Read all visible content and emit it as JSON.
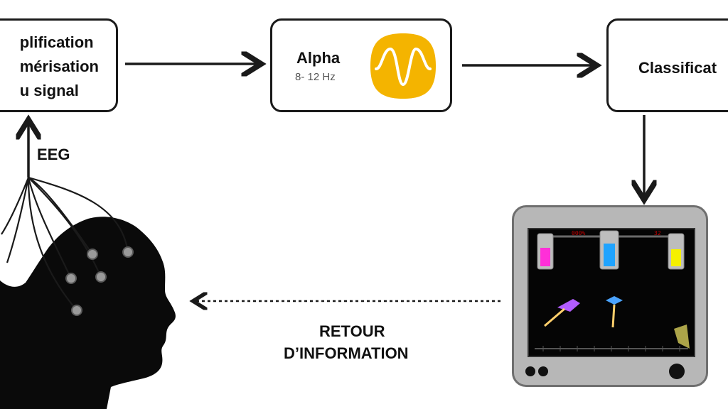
{
  "box1": {
    "lines": [
      "plification",
      "mérisation",
      "u signal"
    ]
  },
  "box2": {
    "title": "Alpha",
    "subtitle": "8- 12 Hz",
    "wave_color": "#f4b400"
  },
  "box3": {
    "label": "Classificat"
  },
  "eeg_label": "EEG",
  "feedback": {
    "line1": "RETOUR",
    "line2": "D’INFORMATION"
  },
  "game": {
    "score_left": "000%",
    "score_right": "32",
    "tubes": [
      {
        "color": "#ff2fd8"
      },
      {
        "color": "#1fa3ff"
      },
      {
        "color": "#f5f000"
      }
    ]
  },
  "colors": {
    "stroke": "#1a1a1a",
    "monitor_body": "#b7b7b7",
    "monitor_border": "#6f6f6f"
  }
}
